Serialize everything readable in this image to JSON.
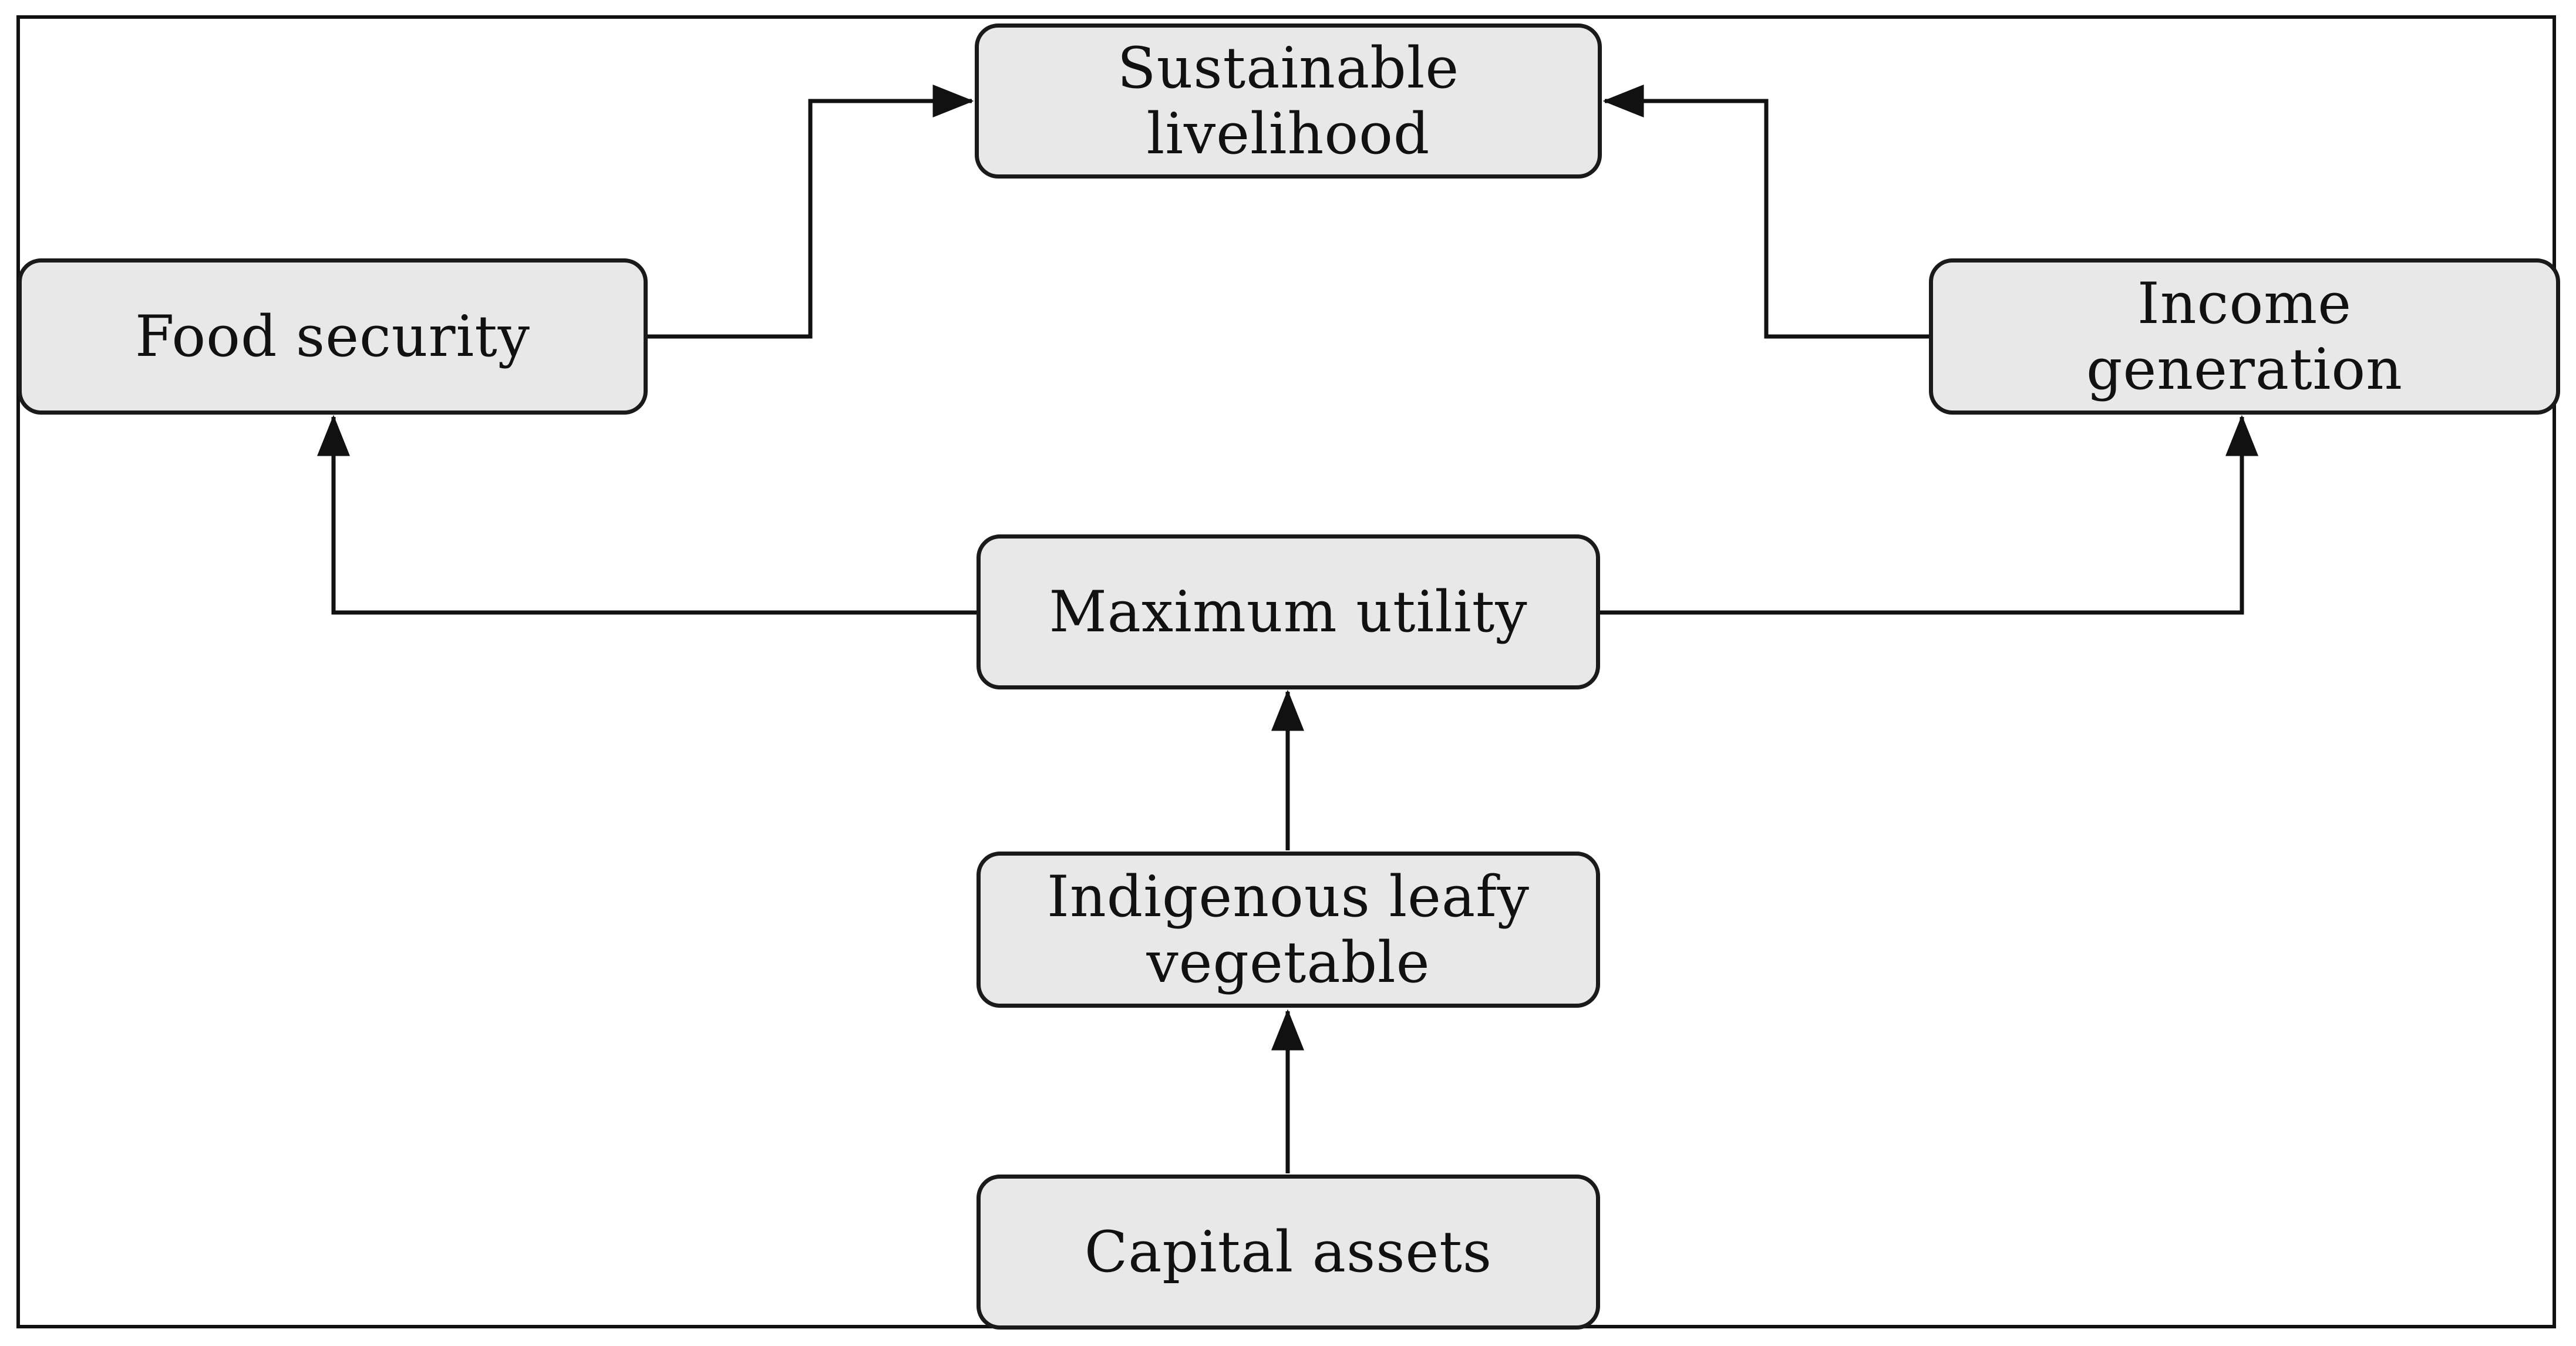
{
  "nodes": {
    "sustainable_livelihood": "Sustainable\nlivelihood",
    "food_security": "Food security",
    "income_generation": "Income\ngeneration",
    "maximum_utility": "Maximum utility",
    "indigenous_leafy_vegetable": "Indigenous leafy\nvegetable",
    "capital_assets": "Capital assets"
  },
  "colors": {
    "node_fill": "#e8e8e8",
    "stroke": "#111111"
  }
}
